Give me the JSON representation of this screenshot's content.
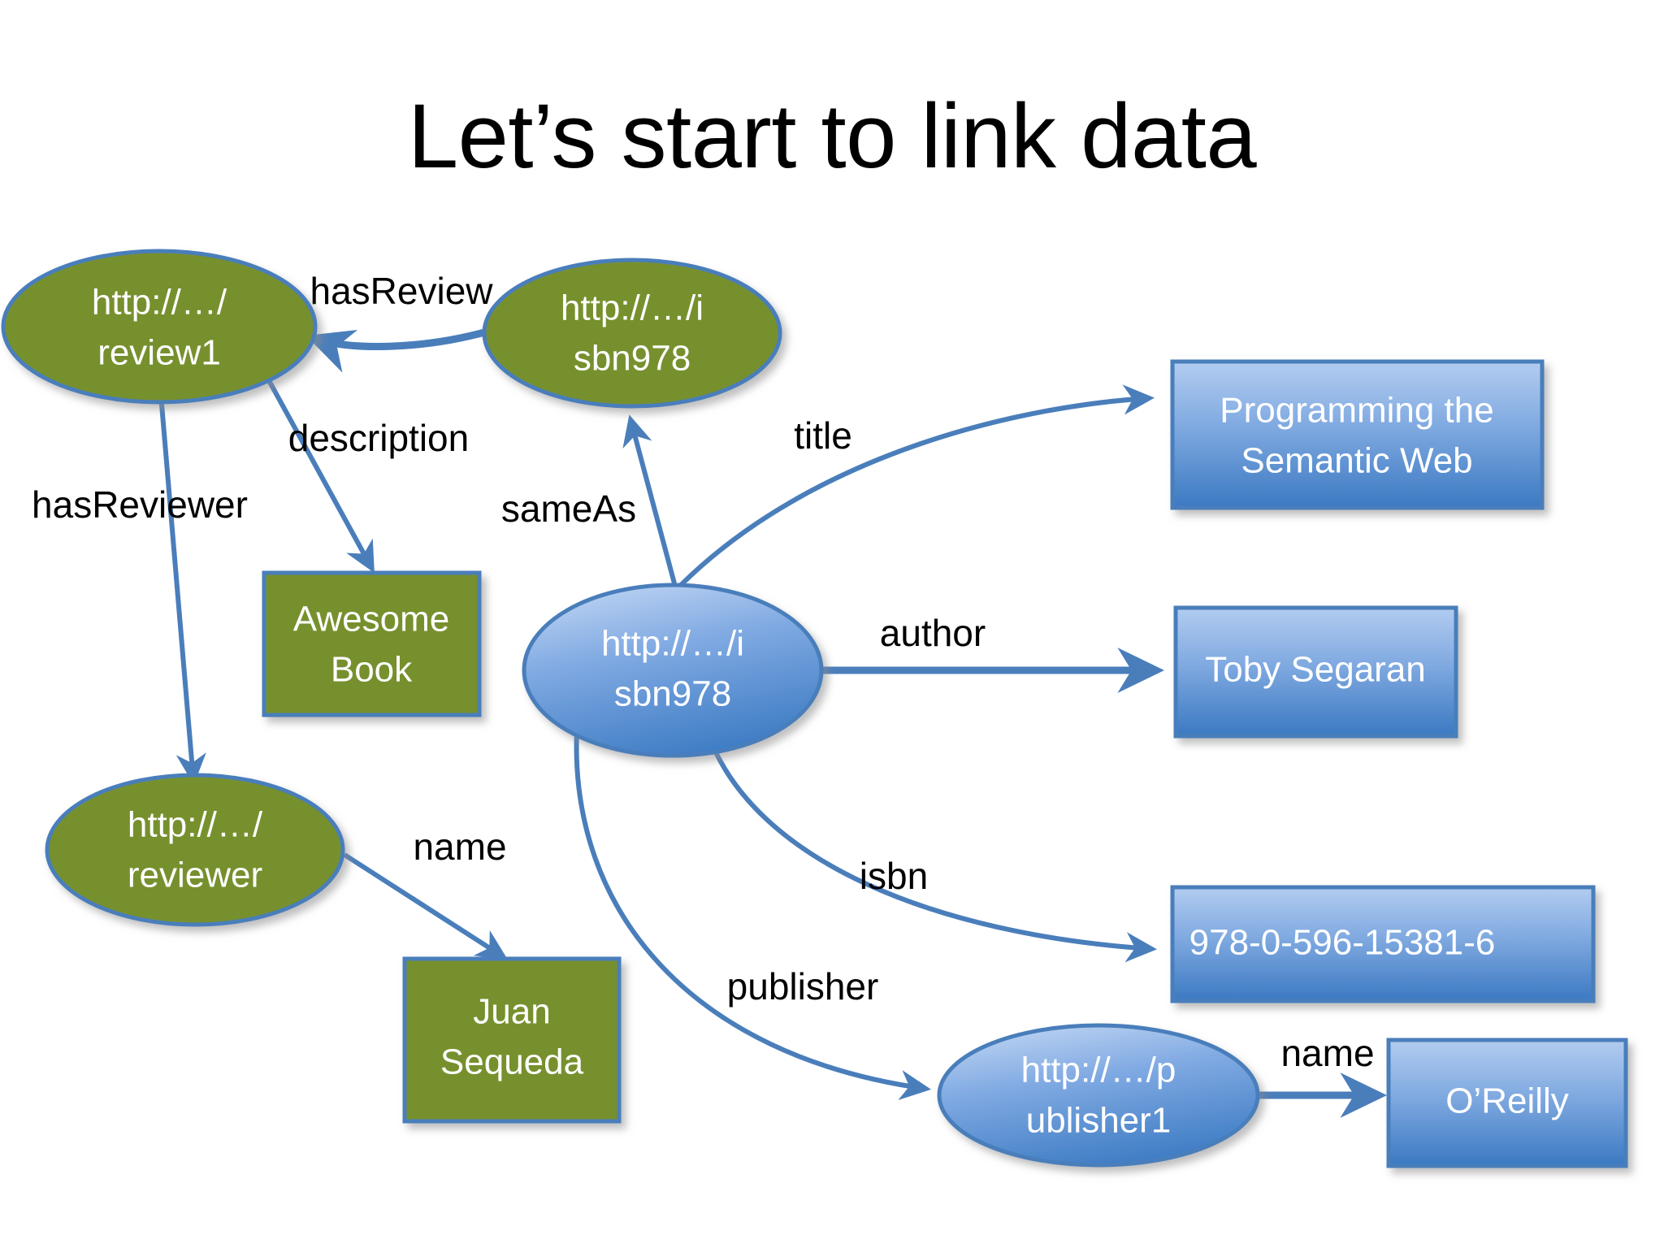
{
  "slide": {
    "title": "Let’s start to link data",
    "background_color": "#FFFFFF"
  },
  "palette": {
    "green_fill": "#77902E",
    "blue_fill_top": "#A9C5EC",
    "blue_fill_bottom": "#3E7CC4",
    "node_border": "#4A7EBB",
    "edge_color": "#4A7EBB",
    "node_text": "#FFFFFF",
    "edge_label_text": "#000000"
  },
  "graph": {
    "nodes": [
      {
        "id": "review1",
        "shape": "ellipse",
        "style": "green",
        "line1": "http://…/",
        "line2": "review1"
      },
      {
        "id": "isbn_green",
        "shape": "ellipse",
        "style": "green",
        "line1": "http://…/i",
        "line2": "sbn978"
      },
      {
        "id": "awesome",
        "shape": "rectangle",
        "style": "green",
        "line1": "Awesome",
        "line2": "Book"
      },
      {
        "id": "reviewer",
        "shape": "ellipse",
        "style": "green",
        "line1": "http://…/",
        "line2": "reviewer"
      },
      {
        "id": "juan",
        "shape": "rectangle",
        "style": "green",
        "line1": "Juan",
        "line2": "Sequeda"
      },
      {
        "id": "isbn_blue",
        "shape": "ellipse",
        "style": "blue",
        "line1": "http://…/i",
        "line2": "sbn978"
      },
      {
        "id": "psw",
        "shape": "rectangle",
        "style": "blue",
        "line1": "Programming the",
        "line2": "Semantic Web"
      },
      {
        "id": "toby",
        "shape": "rectangle",
        "style": "blue",
        "line1": "Toby Segaran",
        "line2": ""
      },
      {
        "id": "isbnnum",
        "shape": "rectangle",
        "style": "blue",
        "line1": "978-0-596-15381-6",
        "line2": ""
      },
      {
        "id": "publisher1",
        "shape": "ellipse",
        "style": "blue",
        "line1": "http://…/p",
        "line2": "ublisher1"
      },
      {
        "id": "oreilly",
        "shape": "rectangle",
        "style": "blue",
        "line1": "O’Reilly",
        "line2": ""
      }
    ],
    "edges": [
      {
        "id": "e-hasreview",
        "label": "hasReview",
        "from": "isbn_green",
        "to": "review1"
      },
      {
        "id": "e-description",
        "label": "description",
        "from": "review1",
        "to": "awesome"
      },
      {
        "id": "e-hasreviewer",
        "label": "hasReviewer",
        "from": "review1",
        "to": "reviewer"
      },
      {
        "id": "e-name-juan",
        "label": "name",
        "from": "reviewer",
        "to": "juan"
      },
      {
        "id": "e-sameas",
        "label": "sameAs",
        "from": "isbn_blue",
        "to": "isbn_green"
      },
      {
        "id": "e-title",
        "label": "title",
        "from": "isbn_blue",
        "to": "psw"
      },
      {
        "id": "e-author",
        "label": "author",
        "from": "isbn_blue",
        "to": "toby"
      },
      {
        "id": "e-isbn",
        "label": "isbn",
        "from": "isbn_blue",
        "to": "isbnnum"
      },
      {
        "id": "e-publisher",
        "label": "publisher",
        "from": "isbn_blue",
        "to": "publisher1"
      },
      {
        "id": "e-name-oreilly",
        "label": "name",
        "from": "publisher1",
        "to": "oreilly"
      }
    ]
  }
}
